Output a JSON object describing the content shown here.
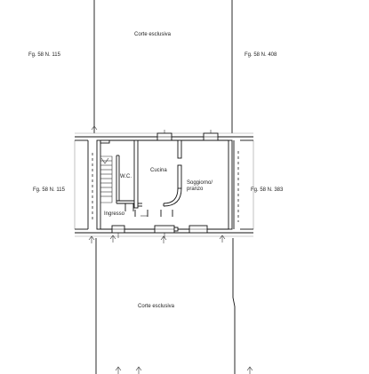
{
  "labels": {
    "corte_top": "Corte esclusiva",
    "corte_bottom": "Corte esclusiva",
    "fg_top_left": "Fg. 58 N. 115",
    "fg_top_right": "Fg. 58 N. 408",
    "fg_mid_left": "Fg. 58 N. 115",
    "fg_mid_right": "Fg. 58 N. 383",
    "wc": "W.C.",
    "cucina": "Cucina",
    "soggiorno_line1": "Soggiorno/",
    "soggiorno_line2": "pranzo",
    "ingresso": "Ingresso"
  }
}
